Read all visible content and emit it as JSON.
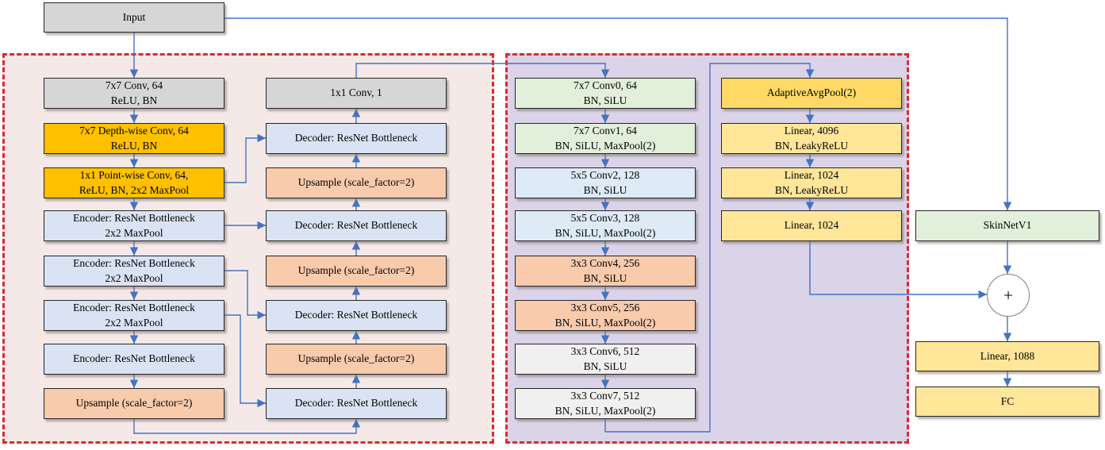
{
  "colors": {
    "arrow": "#4472C4",
    "panel_border": "#E02A2A",
    "unet_panel_bg": "#F5E9E8",
    "cnn_panel_bg": "#DBD4E8",
    "gray_block": "#D6D6D6",
    "orange_block": "#FFC000",
    "blue_block": "#DAE3F3",
    "peach_block": "#F8CBAD",
    "green_block": "#E2EFDA",
    "light_blue_block": "#DEEAF6",
    "white_block": "#F0F0F0",
    "gold_block": "#FFD966",
    "yellow_block": "#FFE699"
  },
  "input": {
    "label": "Input"
  },
  "unet": {
    "encoder": [
      {
        "line1": "7x7 Conv, 64",
        "line2": "ReLU, BN"
      },
      {
        "line1": "7x7 Depth-wise Conv, 64",
        "line2": "ReLU, BN"
      },
      {
        "line1": "1x1 Point-wise Conv, 64,",
        "line2": "ReLU, BN, 2x2 MaxPool"
      },
      {
        "line1": "Encoder: ResNet Bottleneck",
        "line2": "2x2 MaxPool"
      },
      {
        "line1": "Encoder: ResNet Bottleneck",
        "line2": "2x2 MaxPool"
      },
      {
        "line1": "Encoder: ResNet Bottleneck",
        "line2": "2x2 MaxPool"
      },
      {
        "line1": "Encoder: ResNet Bottleneck"
      },
      {
        "line1": "Upsample (scale_factor=2)"
      }
    ],
    "decoder": [
      {
        "line1": "1x1 Conv, 1"
      },
      {
        "line1": "Decoder: ResNet Bottleneck"
      },
      {
        "line1": "Upsample (scale_factor=2)"
      },
      {
        "line1": "Decoder: ResNet Bottleneck"
      },
      {
        "line1": "Upsample (scale_factor=2)"
      },
      {
        "line1": "Decoder: ResNet Bottleneck"
      },
      {
        "line1": "Upsample (scale_factor=2)"
      },
      {
        "line1": "Decoder: ResNet Bottleneck"
      }
    ]
  },
  "cnn": {
    "convs": [
      {
        "line1": "7x7 Conv0, 64",
        "line2": "BN, SiLU"
      },
      {
        "line1": "7x7 Conv1, 64",
        "line2": "BN, SiLU, MaxPool(2)"
      },
      {
        "line1": "5x5 Conv2, 128",
        "line2": "BN, SiLU"
      },
      {
        "line1": "5x5 Conv3, 128",
        "line2": "BN, SiLU, MaxPool(2)"
      },
      {
        "line1": "3x3 Conv4, 256",
        "line2": "BN, SiLU"
      },
      {
        "line1": "3x3 Conv5, 256",
        "line2": "BN, SiLU, MaxPool(2)"
      },
      {
        "line1": "3x3 Conv6, 512",
        "line2": "BN, SiLU"
      },
      {
        "line1": "3x3 Conv7, 512",
        "line2": "BN, SiLU, MaxPool(2)"
      }
    ],
    "head": [
      {
        "line1": "AdaptiveAvgPool(2)"
      },
      {
        "line1": "Linear, 4096",
        "line2": "BN, LeakyReLU"
      },
      {
        "line1": "Linear, 1024",
        "line2": "BN, LeakyReLU"
      },
      {
        "line1": "Linear, 1024"
      }
    ]
  },
  "output": {
    "skinnet": {
      "line1": "SkinNetV1"
    },
    "sum": "+",
    "linear": {
      "line1": "Linear, 1088"
    },
    "fc": {
      "line1": "FC"
    }
  }
}
